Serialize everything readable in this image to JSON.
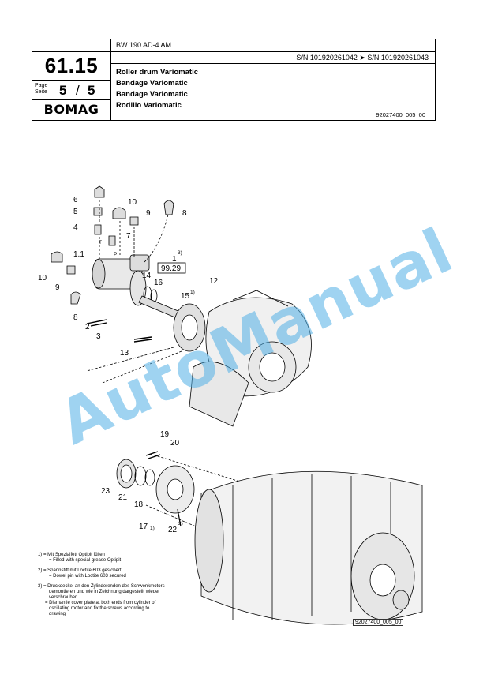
{
  "header": {
    "model": "BW 190 AD-4 AM",
    "serial_range": "S/N 101920261042  ➤  S/N 101920261043",
    "doc_number": "61.15",
    "page_label_1": "Page",
    "page_label_2": "Seite",
    "page_current": "5",
    "page_sep": "/",
    "page_total": "5",
    "logo": "BOMAG",
    "titles": [
      "Roller drum Variomatic",
      "Bandage Variomatic",
      "Bandage Variomatic",
      "Rodillo Variomatic"
    ],
    "ref_code": "92027400_005_00"
  },
  "drawing": {
    "labels": [
      "6",
      "10",
      "9",
      "8",
      "5",
      "4",
      "T",
      "7",
      "P",
      "1.1",
      "1",
      "3)",
      "99.29",
      "14",
      "16",
      "10",
      "9",
      "15",
      "1)",
      "12",
      "8",
      "2",
      "3",
      "13",
      "19",
      "20",
      "23",
      "21",
      "18",
      "17",
      "1)",
      "22",
      "2)"
    ]
  },
  "notes": [
    [
      "1) = Mit Spezialfett Optipit füllen",
      "= Filled with special grease Optipit"
    ],
    [
      "2) = Spannstift mit Loctite 603 gesichert",
      "= Dowel pin with Loctite 603 secured"
    ],
    [
      "3) = Druckdeckel an den Zylinderenden des Schwenkmotors",
      "demontieren und wie in Zeichnung dargestellt wieder",
      "verschrauben",
      "= Dismantle cover plate at both ends from cylinder of",
      "oscillating motor and fix the screws according to",
      "drawing"
    ]
  ],
  "figure_id": "92027400_005_00",
  "watermark": "AutoManual"
}
